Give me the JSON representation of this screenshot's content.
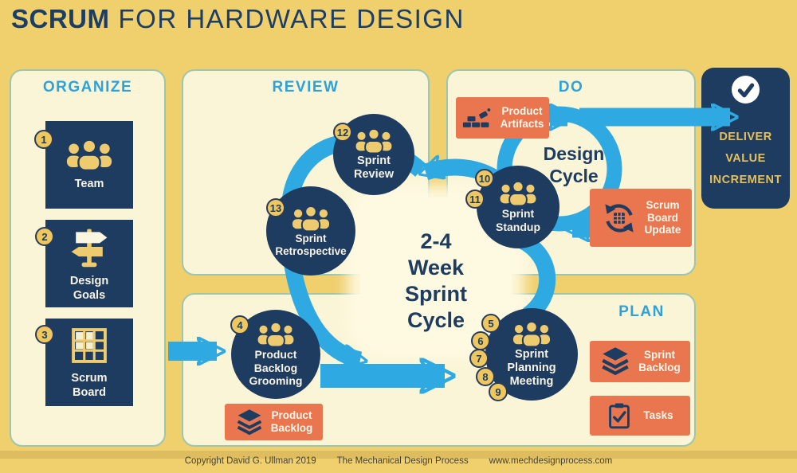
{
  "title": {
    "primary": "SCRUM",
    "secondary": "FOR HARDWARE DESIGN"
  },
  "panels": {
    "organize": {
      "title": "ORGANIZE"
    },
    "review": {
      "title": "REVIEW"
    },
    "do": {
      "title": "DO"
    },
    "plan": {
      "title": "PLAN"
    }
  },
  "organize_items": [
    {
      "num": "1",
      "label": "Team"
    },
    {
      "num": "2",
      "label": "Design\nGoals"
    },
    {
      "num": "3",
      "label": "Scrum\nBoard"
    }
  ],
  "nodes": {
    "sprint_review": {
      "num": "12",
      "label": "Sprint\nReview"
    },
    "sprint_retrospective": {
      "num": "13",
      "label": "Sprint\nRetrospective"
    },
    "sprint_standup": {
      "nums": [
        "10",
        "11"
      ],
      "label": "Sprint\nStandup"
    },
    "product_backlog_grooming": {
      "num": "4",
      "label": "Product\nBacklog\nGrooming"
    },
    "sprint_planning": {
      "nums": [
        "5",
        "6",
        "7",
        "8",
        "9"
      ],
      "label": "Sprint\nPlanning\nMeeting"
    }
  },
  "artifacts": {
    "product_artifacts": "Product\nArtifacts",
    "scrum_board_update": "Scrum\nBoard\nUpdate",
    "product_backlog": "Product\nBacklog",
    "sprint_backlog": "Sprint\nBacklog",
    "tasks": "Tasks"
  },
  "labels": {
    "deliver": "DELIVER\nVALUE\nINCREMENT",
    "sprint_cycle": "2-4\nWeek\nSprint\nCycle",
    "design_cycle": "Design\nCycle"
  },
  "footer": {
    "copyright": "Copyright David G. Ullman 2019",
    "book": "The Mechanical Design Process",
    "website": "www.mechdesignprocess.com"
  },
  "colors": {
    "background": "#F0CF6D",
    "panel": "#FBF5D7",
    "panel_border": "#9CC6AE",
    "navy": "#1E3C60",
    "arrow_blue": "#2FA9E1",
    "title_blue": "#2BA2DC",
    "orange": "#E9764E",
    "badge_gold": "#EEC75E",
    "deliver_text": "#E8C05A"
  }
}
